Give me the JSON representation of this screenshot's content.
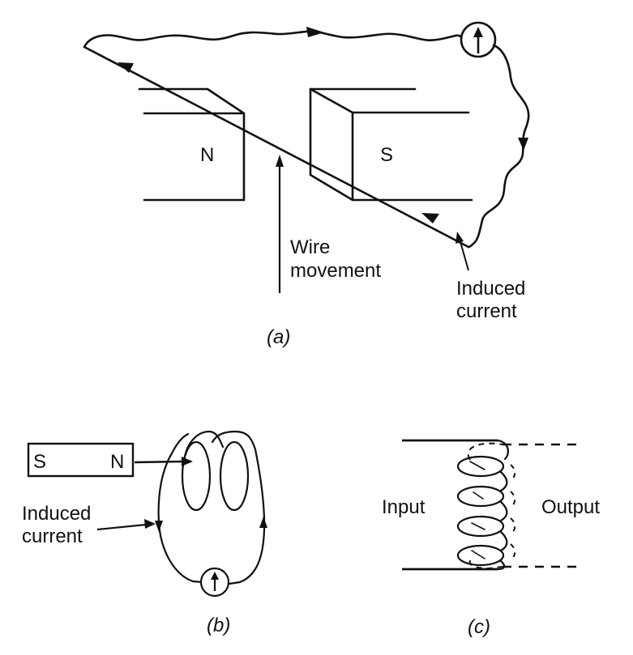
{
  "figure": {
    "panel_a": {
      "caption": "(a)",
      "magnet_north_label": "N",
      "magnet_south_label": "S",
      "wire_movement_label_line1": "Wire",
      "wire_movement_label_line2": "movement",
      "induced_current_label_line1": "Induced",
      "induced_current_label_line2": "current",
      "meter_icon": "galvanometer-icon"
    },
    "panel_b": {
      "caption": "(b)",
      "bar_magnet_south_label": "S",
      "bar_magnet_north_label": "N",
      "induced_current_label_line1": "Induced",
      "induced_current_label_line2": "current",
      "meter_icon": "galvanometer-icon"
    },
    "panel_c": {
      "caption": "(c)",
      "input_label": "Input",
      "output_label": "Output"
    }
  }
}
